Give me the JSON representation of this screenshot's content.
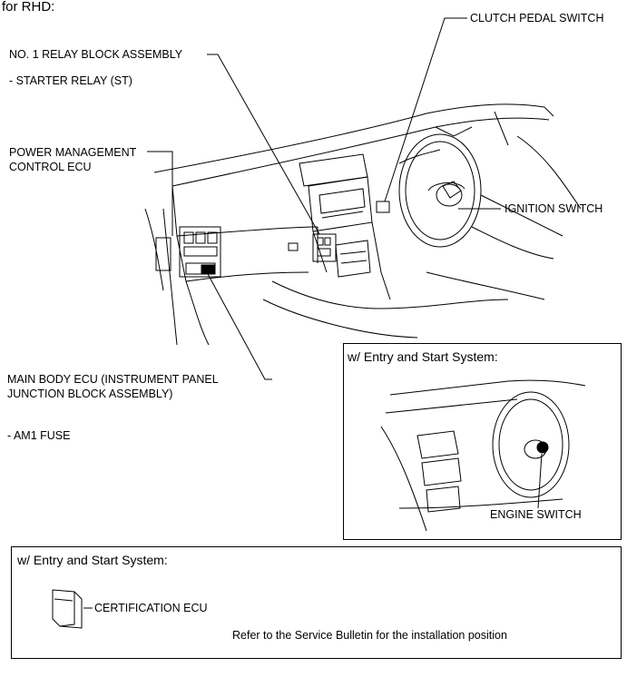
{
  "heading": "for RHD:",
  "labels": {
    "relay_block": "NO. 1 RELAY BLOCK ASSEMBLY",
    "starter_relay": "- STARTER RELAY (ST)",
    "pm_ecu_1": "POWER MANAGEMENT",
    "pm_ecu_2": "CONTROL ECU",
    "clutch": "CLUTCH PEDAL SWITCH",
    "ignition": "IGNITION SWITCH",
    "main_body_1": "MAIN BODY ECU (INSTRUMENT PANEL",
    "main_body_2": "JUNCTION BLOCK ASSEMBLY)",
    "am1": "- AM1 FUSE",
    "engine": "ENGINE SWITCH",
    "cert": "CERTIFICATION ECU"
  },
  "inset_box": {
    "title": "w/ Entry and Start System:"
  },
  "bottom_box": {
    "title": "w/ Entry and Start System:",
    "note": "Refer to the Service Bulletin for the installation position"
  }
}
